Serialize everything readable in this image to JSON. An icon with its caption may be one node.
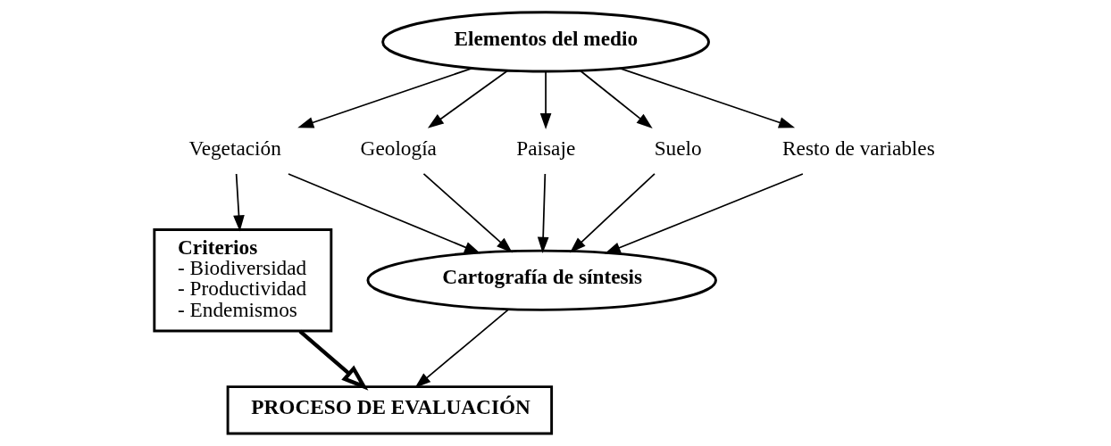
{
  "diagram": {
    "nodes": [
      {
        "text": [
          "Elementos del medio"
        ]
      },
      {
        "text": [
          "Vegetación"
        ]
      },
      {
        "text": [
          "Geología"
        ]
      },
      {
        "text": [
          "Paisaje"
        ]
      },
      {
        "text": [
          "Suelo"
        ]
      },
      {
        "text": [
          "Resto de variables"
        ]
      },
      {
        "text": [
          "Criterios",
          "- Biodiversidad",
          "- Productividad",
          "- Endemismos"
        ]
      },
      {
        "text": [
          "Cartografía de síntesis"
        ]
      },
      {
        "text": [
          "PROCESO DE EVALUACIÓN"
        ]
      }
    ],
    "edges": [
      {
        "from": 0,
        "to": 1,
        "arrow": "to"
      },
      {
        "from": 0,
        "to": 2,
        "arrow": "to"
      },
      {
        "from": 0,
        "to": 3,
        "arrow": "to"
      },
      {
        "from": 0,
        "to": 4,
        "arrow": "to"
      },
      {
        "from": 0,
        "to": 5,
        "arrow": "to"
      },
      {
        "from": 1,
        "to": 6,
        "arrow": "to"
      },
      {
        "from": 1,
        "to": 7,
        "arrow": "to"
      },
      {
        "from": 2,
        "to": 7,
        "arrow": "to"
      },
      {
        "from": 3,
        "to": 7,
        "arrow": "to"
      },
      {
        "from": 4,
        "to": 7,
        "arrow": "to"
      },
      {
        "from": 5,
        "to": 7,
        "arrow": "to"
      },
      {
        "from": 7,
        "to": 8,
        "arrow": "to"
      },
      {
        "from": 6,
        "to": 8,
        "arrow": "to",
        "style": "thick"
      }
    ]
  }
}
